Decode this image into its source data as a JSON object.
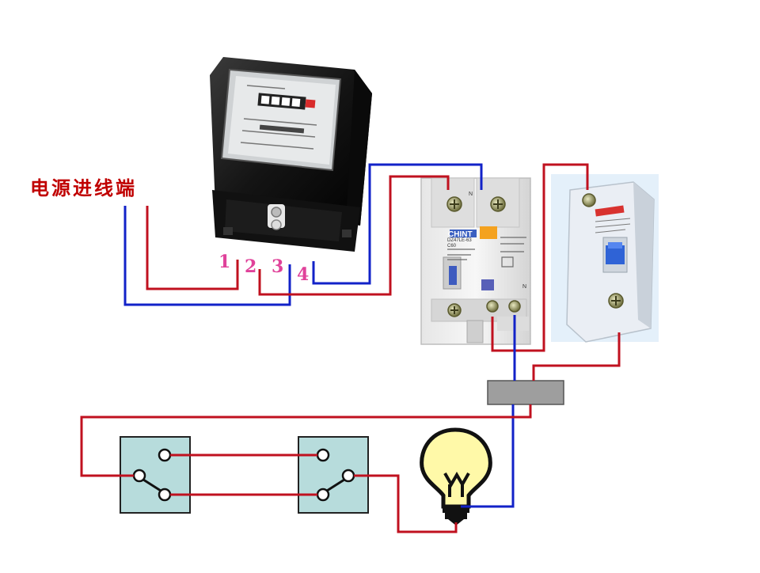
{
  "diagram": {
    "source_label": "电源进线端",
    "terminals": [
      "1",
      "2",
      "3",
      "4"
    ],
    "breaker": {
      "brand": "CHINT",
      "model": "DZ47LE-63",
      "rating": "C60",
      "n_label": "N"
    },
    "colors": {
      "live": "#c0111f",
      "neutral": "#1222c8",
      "terminal_number": "#e0429a",
      "title": "#c00000",
      "switch_box": "#b7dcdc",
      "junction_box": "#9e9e9e",
      "bulb": "#fff9a8"
    }
  }
}
